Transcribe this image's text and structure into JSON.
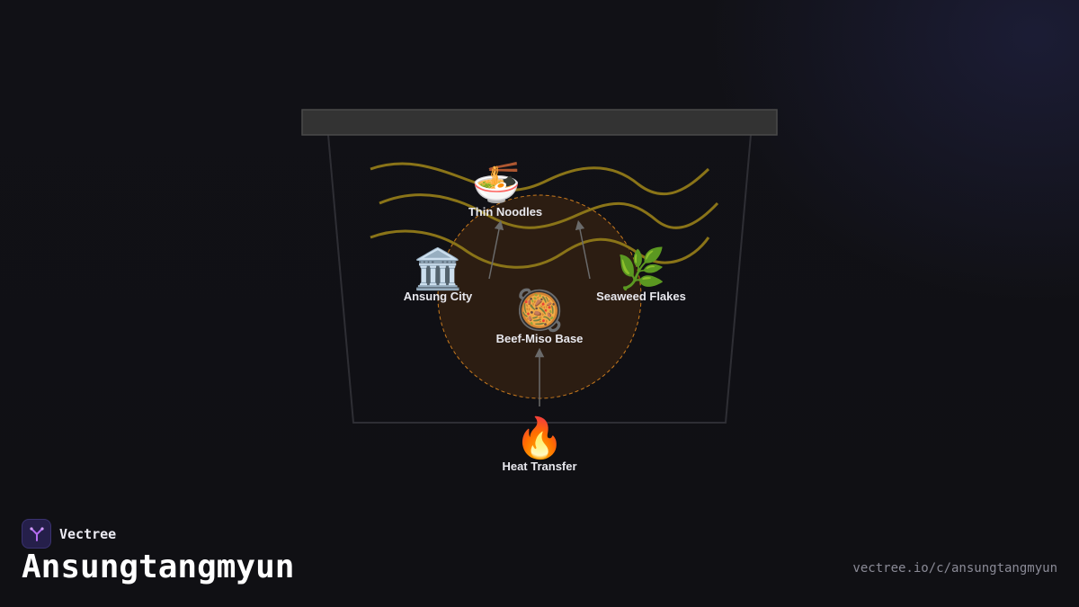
{
  "diagram": {
    "nodes": {
      "noodles": {
        "icon": "🍜",
        "label": "Thin Noodles"
      },
      "city": {
        "icon": "🏛️",
        "label": "Ansung City"
      },
      "seaweed": {
        "icon": "🌿",
        "label": "Seaweed Flakes"
      },
      "base": {
        "icon": "🥘",
        "label": "Beef-Miso Base"
      },
      "heat": {
        "icon": "🔥",
        "label": "Heat Transfer"
      }
    },
    "colors": {
      "noodle_strand": "#8a7418",
      "broth_circle_fill": "#2e1f12",
      "broth_circle_stroke": "#c97a1e",
      "bowl_outline": "#2e2e34",
      "lid_fill": "#333333",
      "arrow": "#6a6a6a"
    }
  },
  "brand": {
    "name": "Vectree",
    "logo_icon": "vectree-tree-icon"
  },
  "title": "Ansungtangmyun",
  "url": "vectree.io/c/ansungtangmyun"
}
